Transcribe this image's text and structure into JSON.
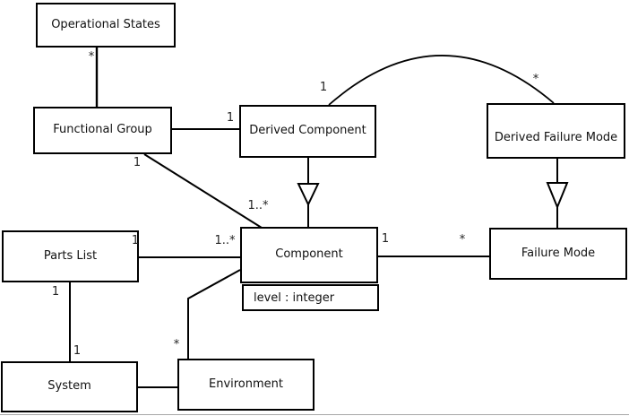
{
  "diagram": {
    "kind": "uml-class-diagram",
    "colors": {
      "line": "#000000",
      "text": "#111111",
      "box_fill": "#ffffff",
      "background": "#ffffff"
    },
    "classes": {
      "operational_states": {
        "name": "Operational States"
      },
      "functional_group": {
        "name": "Functional Group"
      },
      "derived_component": {
        "name": "Derived Component"
      },
      "derived_failure_mode": {
        "name": "Derived Failure Mode"
      },
      "parts_list": {
        "name": "Parts List"
      },
      "component": {
        "name": "Component",
        "attribute": "level : integer"
      },
      "failure_mode": {
        "name": "Failure Mode"
      },
      "system": {
        "name": "System"
      },
      "environment": {
        "name": "Environment"
      }
    },
    "relations": [
      {
        "from": "Functional Group",
        "to": "Operational States",
        "type": "association",
        "to_label": "*"
      },
      {
        "from": "Functional Group",
        "to": "Derived Component",
        "type": "association",
        "to_label": "1"
      },
      {
        "from": "Functional Group",
        "to": "Component",
        "type": "association",
        "from_label": "1",
        "to_label": "1..*"
      },
      {
        "from": "Derived Component",
        "to": "Component",
        "type": "generalization",
        "arrow_icon": "hollow-triangle"
      },
      {
        "from": "Derived Component",
        "to": "Derived Failure Mode",
        "type": "association-arc",
        "from_label": "1",
        "to_label": "*"
      },
      {
        "from": "Derived Failure Mode",
        "to": "Failure Mode",
        "type": "generalization",
        "arrow_icon": "hollow-triangle"
      },
      {
        "from": "Parts List",
        "to": "Component",
        "type": "association",
        "from_label": "1",
        "to_label": "1..*"
      },
      {
        "from": "Component",
        "to": "Failure Mode",
        "type": "association",
        "from_label": "1",
        "to_label": "*"
      },
      {
        "from": "Parts List",
        "to": "System",
        "type": "association",
        "from_label": "1",
        "to_label": "1"
      },
      {
        "from": "System",
        "to": "Environment",
        "type": "association"
      },
      {
        "from": "Environment",
        "to": "Component",
        "type": "association",
        "from_label": "*"
      }
    ]
  }
}
